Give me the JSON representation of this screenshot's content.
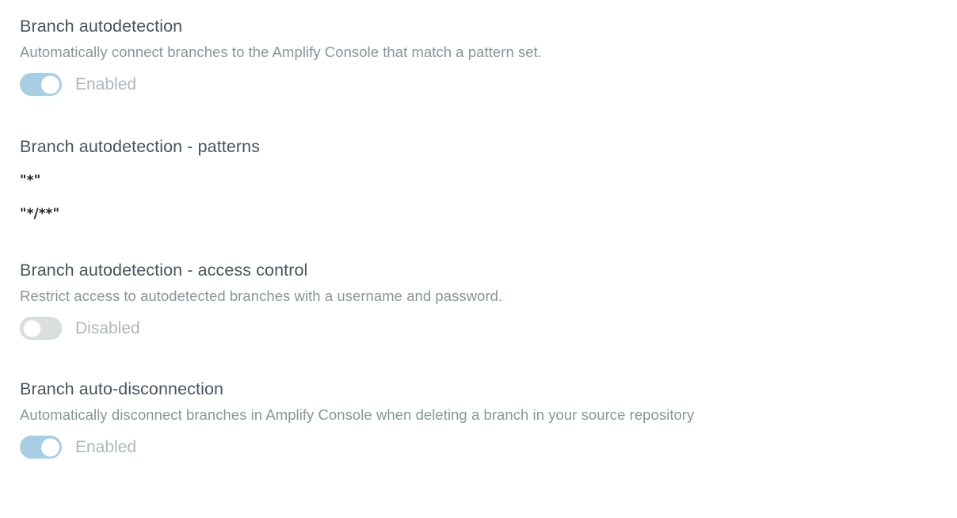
{
  "page": {
    "background_color": "#ffffff",
    "heading_color": "#485460",
    "description_color": "#87969a",
    "toggle_label_color": "#aeb7b9",
    "toggle_on_color": "#a9cde3",
    "toggle_off_color": "#dadedf",
    "pattern_text_color": "#1d1d22"
  },
  "sections": {
    "autodetection": {
      "heading": "Branch autodetection",
      "description": "Automatically connect branches to the Amplify Console that match a pattern set.",
      "toggle": {
        "state": "on",
        "label": "Enabled"
      }
    },
    "patterns": {
      "heading": "Branch autodetection - patterns",
      "values": [
        "\"*\"",
        "\"*/**\""
      ]
    },
    "access_control": {
      "heading": "Branch autodetection - access control",
      "description": "Restrict access to autodetected branches with a username and password.",
      "toggle": {
        "state": "off",
        "label": "Disabled"
      }
    },
    "auto_disconnection": {
      "heading": "Branch auto-disconnection",
      "description": "Automatically disconnect branches in Amplify Console when deleting a branch in your source repository",
      "toggle": {
        "state": "on",
        "label": "Enabled"
      }
    }
  }
}
